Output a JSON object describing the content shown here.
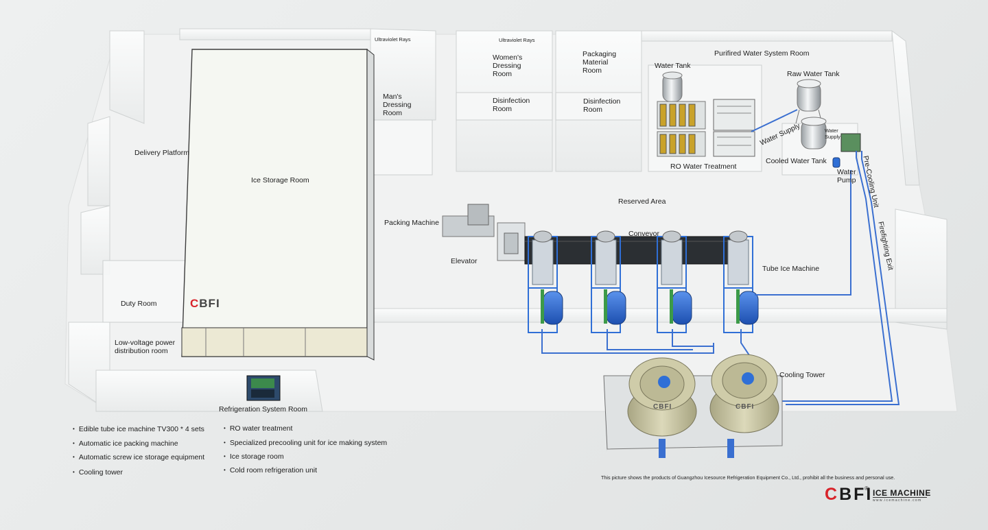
{
  "rooms": {
    "delivery_platform": "Delivery Platform",
    "ice_storage_room": "Ice Storage Room",
    "duty_room": "Duty Room",
    "low_voltage_room": "Low-voltage power\ndistribution room",
    "refrigeration_system_room": "Refrigeration System Room",
    "uv_rays_1": "Ultraviolet Rays",
    "uv_rays_2": "Ultraviolet Rays",
    "mans_dressing_room": "Man's\nDressing\nRoom",
    "womens_dressing_room": "Women's\nDressing\nRoom",
    "disinfection_room_1": "Disinfection\nRoom",
    "packaging_material_room": "Packaging\nMaterial\nRoom",
    "disinfection_room_2": "Disinfection\nRoom",
    "purified_water_system_room": "Purifired Water System Room",
    "water_tank": "Water Tank",
    "raw_water_tank": "Raw Water Tank",
    "ro_water_treatment": "RO Water Treatment",
    "water_supply_pipe": "Water Supply",
    "water_supply_box": "Water\nSupply",
    "cooled_water_tank": "Cooled Water Tank",
    "water_pump": "Water\nPump",
    "pre_cooling_unit": "Pre-Cooling Unit",
    "firefighting_exit": "Firefighting Exit",
    "reserved_area": "Reserved Area",
    "packing_machine": "Packing Machine",
    "elevator": "Elevator",
    "conveyor": "Conveyor",
    "tube_ice_machine": "Tube Ice Machine",
    "cooling_tower": "Cooling Tower"
  },
  "features_left": [
    "Edible tube ice machine TV300 * 4 sets",
    "Automatic ice packing machine",
    "Automatic screw ice storage equipment",
    "Cooling tower"
  ],
  "features_right": [
    "RO water treatment",
    "Specialized precooling unit for ice making system",
    "Ice storage room",
    "Cold room refrigeration unit"
  ],
  "copyright": "This picture shows the products of Guangzhou Icesource Refrigeration Equipment Co., Ltd., prohibit all the business and personal use.",
  "logo": {
    "c": "C",
    "bfi": "BFI",
    "registered": "®",
    "brand": "ICE MACHINE",
    "website": "www.icemachine.com"
  },
  "wall_logo": {
    "c": "C",
    "bfi": "BFI"
  },
  "tower_logo": "CBFI",
  "colors": {
    "accent_red": "#d8232a",
    "pipe_blue": "#3a6fd0",
    "machine_blue": "#2f6fd6",
    "tower_khaki": "#c9c6a4",
    "wall": "#f4f5f5"
  }
}
